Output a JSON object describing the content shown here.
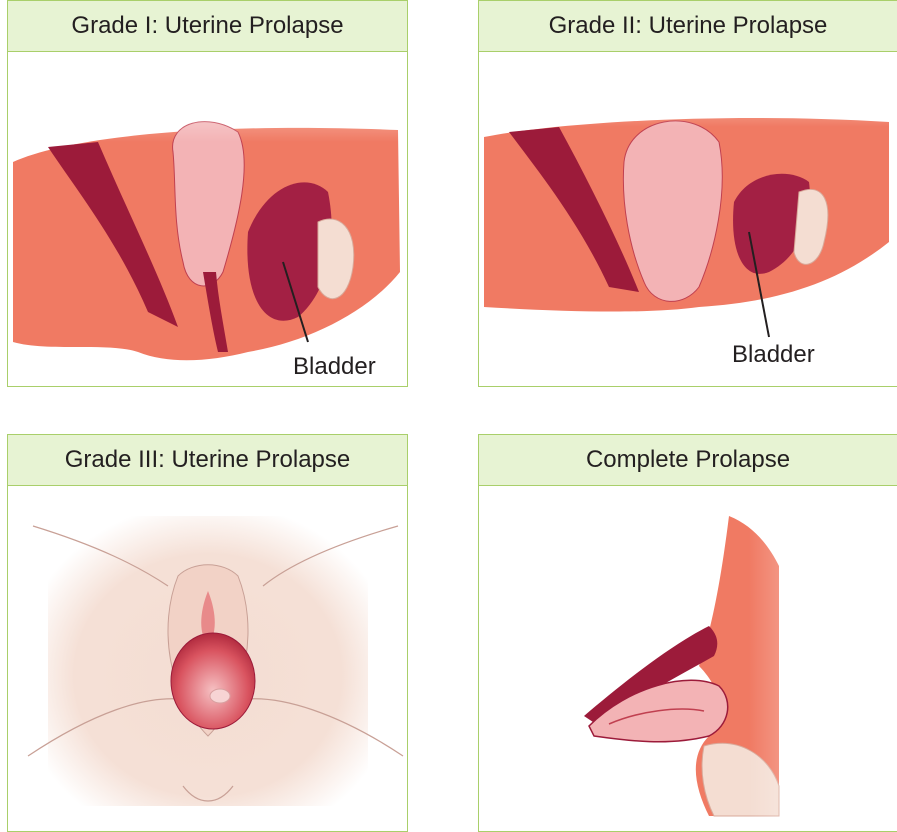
{
  "panels": [
    {
      "title": "Grade I: Uterine Prolapse",
      "callout": "Bladder"
    },
    {
      "title": "Grade II: Uterine Prolapse",
      "callout": "Bladder"
    },
    {
      "title": "Grade III: Uterine Prolapse"
    },
    {
      "title": "Complete Prolapse"
    }
  ],
  "colors": {
    "header_bg": "#e7f3d3",
    "border": "#a9cf6a",
    "tissue_salmon": "#f07a63",
    "tissue_dark": "#9c1b3a",
    "uterus_pink": "#f3b3b5",
    "skin": "#f4ddd2"
  }
}
